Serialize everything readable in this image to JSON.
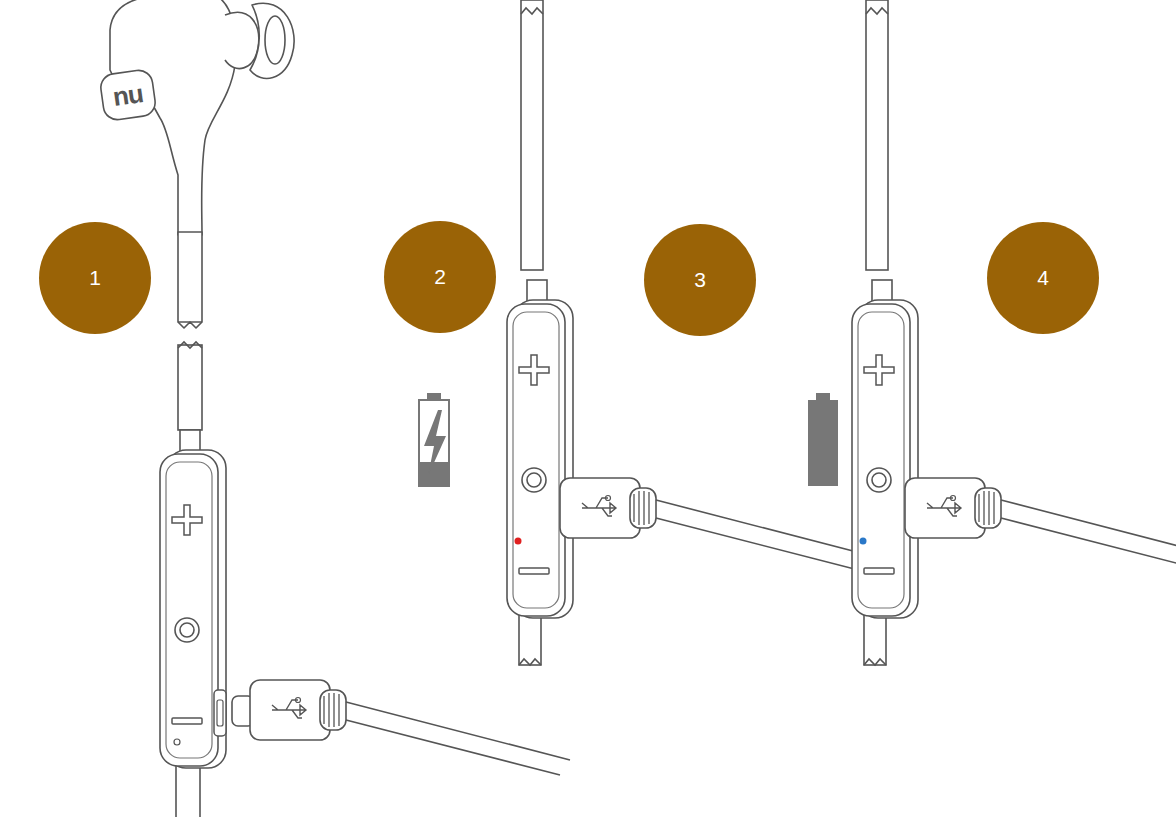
{
  "diagram": {
    "nodes": [
      {
        "text": [
          "1"
        ]
      },
      {
        "text": [
          "2"
        ]
      },
      {
        "text": [
          "3"
        ]
      },
      {
        "text": [
          "4"
        ]
      }
    ],
    "labels": [
      "nu"
    ]
  }
}
